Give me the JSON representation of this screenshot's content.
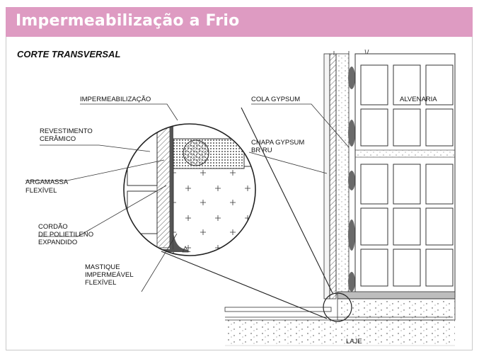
{
  "header": {
    "title": "Impermeabilização a Frio",
    "bg_color": "#de9bc2"
  },
  "section": {
    "title": "CORTE TRANSVERSAL"
  },
  "labels": {
    "impermeabilizacao": "IMPERMEABILIZAÇÃO",
    "revestimento_1": "REVESTIMENTO",
    "revestimento_2": "CERÂMICO",
    "argamassa_1": "ARGAMASSA",
    "argamassa_2": "FLEXÍVEL",
    "cordao_1": "CORDÃO",
    "cordao_2": "DE POLIETILENO",
    "cordao_3": "EXPANDIDO",
    "mastique_1": "MASTIQUE",
    "mastique_2": "IMPERMEÁVEL",
    "mastique_3": "FLEXÍVEL",
    "cola_gypsum": "COLA GYPSUM",
    "chapa_1": "CHAPA GYPSUM",
    "chapa_2": "BR RU",
    "alvenaria": "ALVENARIA",
    "laje": "LAJE"
  }
}
